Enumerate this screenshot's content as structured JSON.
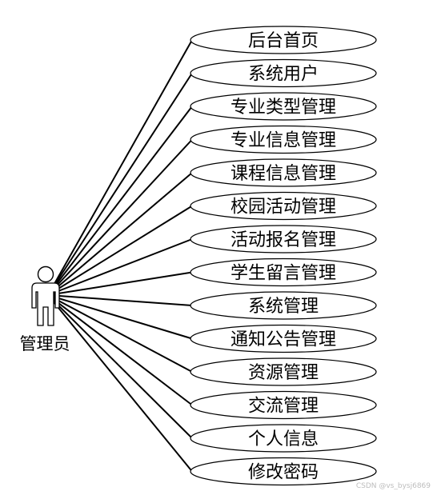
{
  "actor": {
    "label": "管理员"
  },
  "use_cases": [
    {
      "label": "后台首页"
    },
    {
      "label": "系统用户"
    },
    {
      "label": "专业类型管理"
    },
    {
      "label": "专业信息管理"
    },
    {
      "label": "课程信息管理"
    },
    {
      "label": "校园活动管理"
    },
    {
      "label": "活动报名管理"
    },
    {
      "label": "学生留言管理"
    },
    {
      "label": "系统管理"
    },
    {
      "label": "通知公告管理"
    },
    {
      "label": "资源管理"
    },
    {
      "label": "交流管理"
    },
    {
      "label": "个人信息"
    },
    {
      "label": "修改密码"
    }
  ],
  "watermark": "CSDN @vs_bysj6869"
}
